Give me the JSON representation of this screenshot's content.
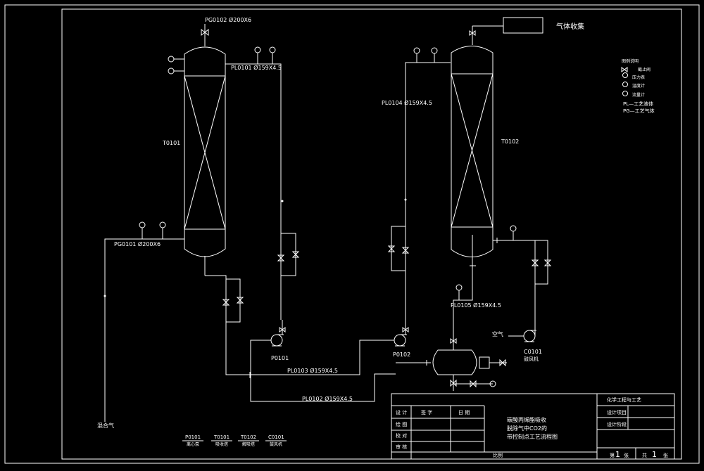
{
  "pipes": {
    "pg0102": "PG0102  Ø200X6",
    "pl0101": "PL0101  Ø159X4.5",
    "pl0104": "PL0104  Ø159X4.5",
    "pg0101": "PG0101  Ø200X6",
    "pl0105": "PL0105  Ø159X4.5",
    "pl0103": "PL0103  Ø159X4.5",
    "pl0102": "PL0102  Ø159X4.5"
  },
  "equipment": {
    "t0101": "T0101",
    "t0102": "T0102",
    "p0101": "P0101",
    "p0102": "P0102",
    "c0101": "C0101",
    "c0101_name": "鼓风机"
  },
  "streams": {
    "gas_collection": "气体收集",
    "mixed_gas": "混合气",
    "air": "空气"
  },
  "legend": {
    "title": "图例说明",
    "valve": "截止阀",
    "pressure": "压力表",
    "temperature": "温度计",
    "flow": "流量计",
    "pl": "PL—工艺液体",
    "pg": "PG—工艺气体"
  },
  "equipment_list": [
    {
      "code": "P0101",
      "name": "离心泵"
    },
    {
      "code": "T0101",
      "name": "吸收塔"
    },
    {
      "code": "T0102",
      "name": "解吸塔"
    },
    {
      "code": "C0101",
      "name": "鼓风机"
    }
  ],
  "title_block": {
    "school": "化学工程与工艺",
    "title_line1": "碳酸丙烯酯吸收",
    "title_line2": "脱除气中CO2的",
    "title_line3": "带控制点工艺流程图",
    "rows": [
      "设 计",
      "绘 图",
      "校 对",
      "审 核"
    ],
    "col_name": "签  字",
    "col_date": "日  期",
    "project": "设计项目",
    "stage": "设计阶段",
    "sheet_prefix": "第",
    "sheet_no": "1",
    "sheet_mid": "张",
    "total_prefix": "共",
    "total_no": "1",
    "total_suffix": "张",
    "bottom_label": "比例"
  }
}
